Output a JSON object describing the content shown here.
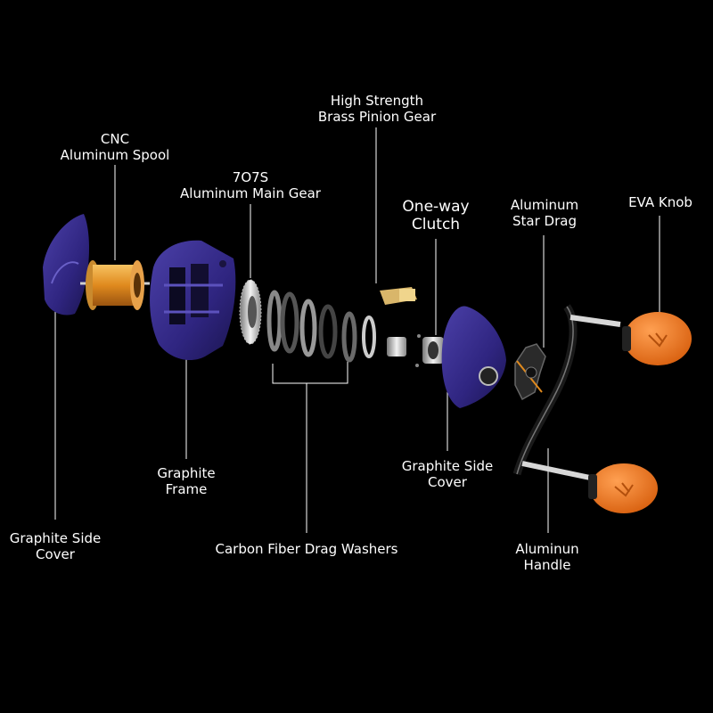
{
  "labels": {
    "cnc_spool": [
      "CNC",
      "Aluminum Spool"
    ],
    "main_gear": [
      "7O7S",
      "Aluminum Main Gear"
    ],
    "pinion_gear": [
      "High Strength",
      "Brass Pinion Gear"
    ],
    "clutch": [
      "One-way",
      "Clutch"
    ],
    "star_drag": [
      "Aluminum",
      "Star Drag"
    ],
    "eva_knob": [
      "EVA Knob"
    ],
    "graphite_frame": [
      "Graphite",
      "Frame"
    ],
    "graphite_side_cover_right": [
      "Graphite Side",
      "Cover"
    ],
    "graphite_side_cover_left": [
      "Graphite Side",
      "Cover"
    ],
    "drag_washers": [
      "Carbon Fiber Drag Washers"
    ],
    "handle": [
      "Aluminun",
      "Handle"
    ]
  },
  "colors": {
    "background": "#000000",
    "cover_purple": "#3a2f8a",
    "spool_gold": "#e0902a",
    "knob_orange": "#f07a22",
    "leader_line": "#ffffff"
  }
}
